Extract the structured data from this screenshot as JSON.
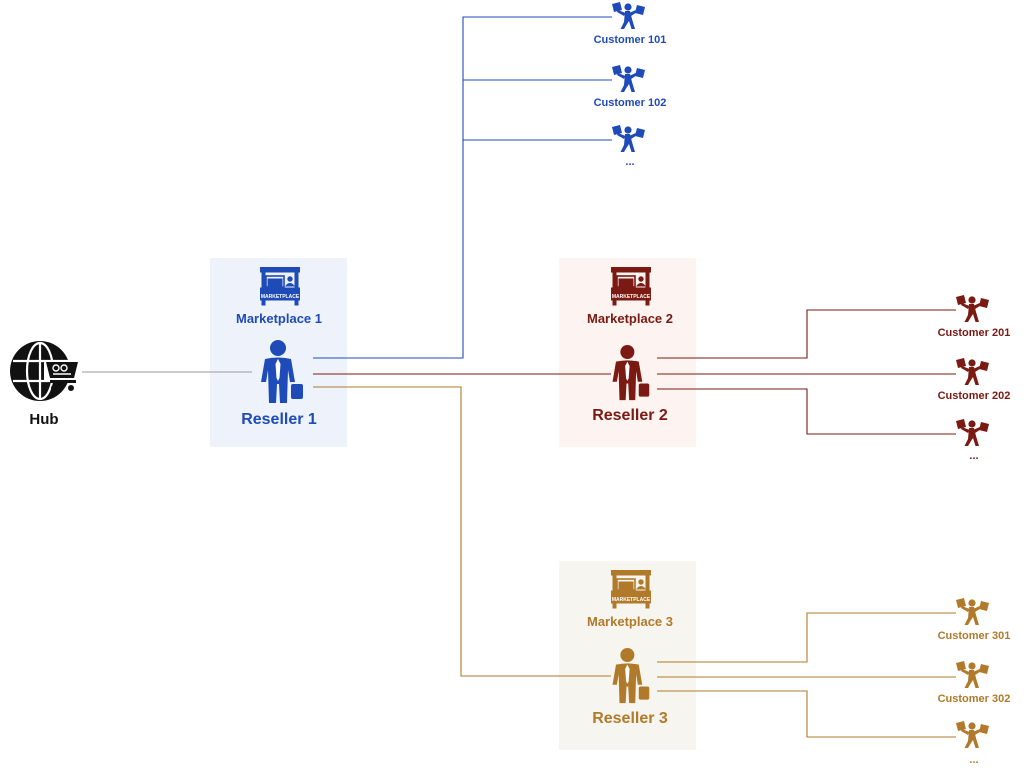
{
  "colors": {
    "blue": "#1f4bb8",
    "red": "#7a1a12",
    "gold": "#b07a2a",
    "hub": "#111111",
    "hub_line": "#9a9a9a",
    "panel_blue": "#eef3fb",
    "panel_red": "#fdf3f1",
    "panel_gold": "#f7f5f0"
  },
  "hub": {
    "label": "Hub",
    "icon": "globe-shopping-cart-icon"
  },
  "groups": [
    {
      "id": "g1",
      "marketplace": {
        "label": "Marketplace 1",
        "sign_text": "MARKETPLACE",
        "icon": "marketplace-stall-icon"
      },
      "reseller": {
        "label": "Reseller 1",
        "icon": "reseller-person-icon"
      },
      "customers": [
        {
          "label": "Customer 101",
          "icon": "customer-shopping-icon"
        },
        {
          "label": "Customer 102",
          "icon": "customer-shopping-icon"
        },
        {
          "label": "...",
          "icon": "customer-shopping-icon"
        }
      ]
    },
    {
      "id": "g2",
      "marketplace": {
        "label": "Marketplace 2",
        "sign_text": "MARKETPLACE",
        "icon": "marketplace-stall-icon"
      },
      "reseller": {
        "label": "Reseller 2",
        "icon": "reseller-person-icon"
      },
      "customers": [
        {
          "label": "Customer 201",
          "icon": "customer-shopping-icon"
        },
        {
          "label": "Customer 202",
          "icon": "customer-shopping-icon"
        },
        {
          "label": "...",
          "icon": "customer-shopping-icon"
        }
      ]
    },
    {
      "id": "g3",
      "marketplace": {
        "label": "Marketplace 3",
        "sign_text": "MARKETPLACE",
        "icon": "marketplace-stall-icon"
      },
      "reseller": {
        "label": "Reseller 3",
        "icon": "reseller-person-icon"
      },
      "customers": [
        {
          "label": "Customer 301",
          "icon": "customer-shopping-icon"
        },
        {
          "label": "Customer 302",
          "icon": "customer-shopping-icon"
        },
        {
          "label": "...",
          "icon": "customer-shopping-icon"
        }
      ]
    }
  ]
}
